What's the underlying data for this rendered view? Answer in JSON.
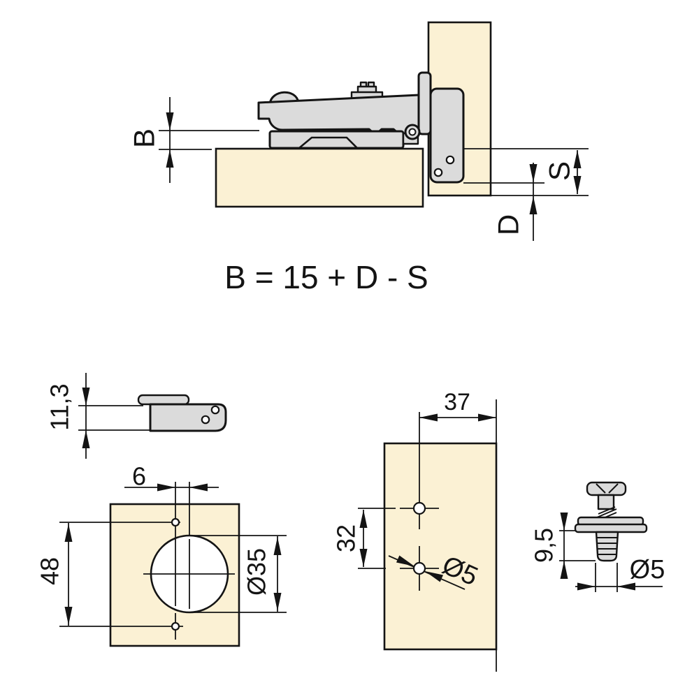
{
  "assembly": {
    "gap_label": "B",
    "overlay_label": "S",
    "depth_label": "D",
    "formula": "B = 15 + D - S"
  },
  "plate_side_view": {
    "height": "11,3"
  },
  "cup_drilling": {
    "hole_offset": "6",
    "hole_spacing": "48",
    "cup_diameter": "Ø35"
  },
  "plate_drilling": {
    "edge_distance": "37",
    "hole_spacing": "32",
    "hole_diameter": "Ø5"
  },
  "euro_screw": {
    "shank_length": "9,5",
    "shank_diameter": "Ø5"
  },
  "colors": {
    "wood": "#FBF1D4",
    "metal": "#DBDBDB",
    "line": "#141414"
  }
}
